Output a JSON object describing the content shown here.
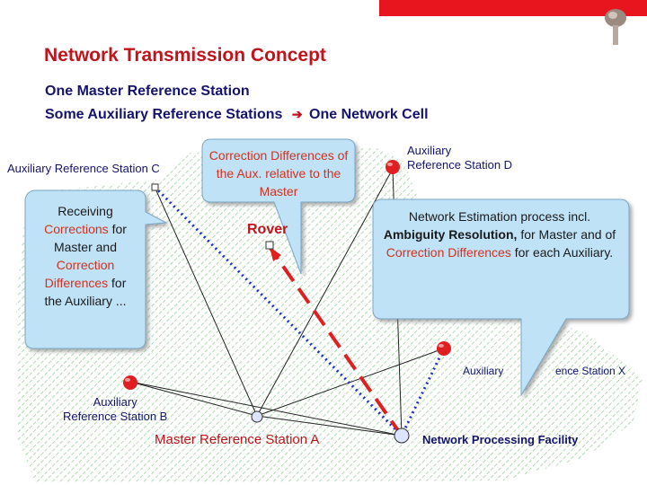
{
  "header": {
    "accent_color": "#e8141e",
    "title": "Network Transmission Concept",
    "subtitle_line1": "One Master Reference Station",
    "subtitle_line2_a": "Some Auxiliary Reference Stations",
    "subtitle_line2_arrow": "➔",
    "subtitle_line2_b": "One Network Cell"
  },
  "callouts": {
    "left": {
      "p1": "Receiving",
      "p2": "Corrections",
      "p3": "for",
      "p4": "Master and",
      "p5": "Correction",
      "p6": "Differences",
      "p7": "for",
      "p8": "the Auxiliary ..."
    },
    "middle": "Correction Differences of the Aux. relative to the Master",
    "right": {
      "p1": "Network Estimation process incl.",
      "p2": "Ambiguity Resolution,",
      "p3": "for Master and of",
      "p4": "Correction Differences",
      "p5": "for each Auxiliary."
    }
  },
  "stations": {
    "aux_c": "Auxiliary Reference Station C",
    "aux_d_line1": "Auxiliary",
    "aux_d_line2": "Reference Station D",
    "aux_b_line1": "Auxiliary",
    "aux_b_line2": "Reference Station B",
    "aux_x_a": "Auxiliary",
    "aux_x_b": "ence Station X",
    "master": "Master Reference Station A",
    "npf": "Network Processing Facility",
    "rover": "Rover"
  },
  "colors": {
    "station": "#e02020",
    "dashed_blue": "#2030c8",
    "dashed_red": "#e02020",
    "callout_fill": "#bfe2f7",
    "hatch": "#7ec27e"
  }
}
